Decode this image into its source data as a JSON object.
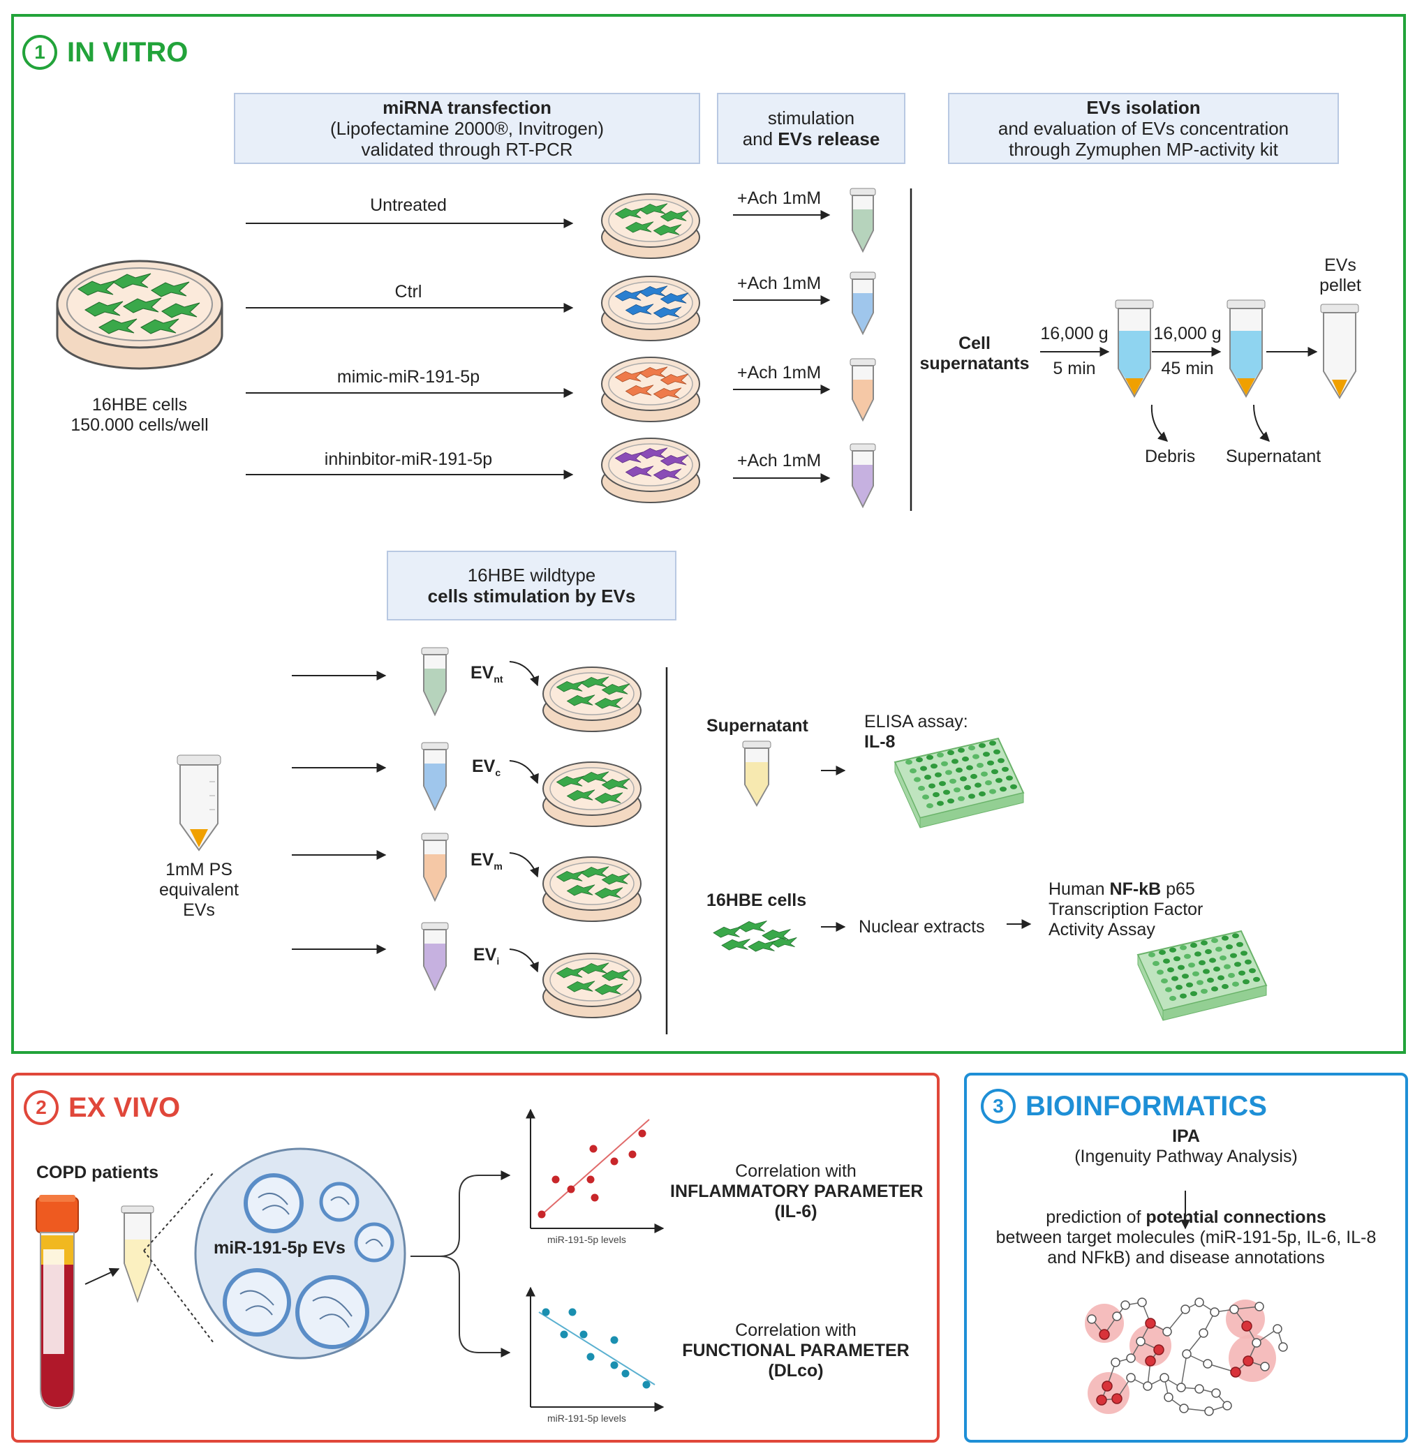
{
  "colors": {
    "green": "#22a33a",
    "red": "#e0473a",
    "blue": "#1e8fd6",
    "orange": "#f0a000",
    "header_fill": "#e8eff9",
    "cell_green": "#3aa84a",
    "cell_blue": "#2a7fd0",
    "cell_orange": "#ee7a4a",
    "cell_purple": "#8a4cb6",
    "tube_green": "#b6d3bc",
    "tube_blue": "#9fc6ec",
    "tube_orange": "#f5c8a6",
    "tube_purple": "#c6b1e0",
    "tube_yellow": "#f7e9b0",
    "tube_cyan": "#8fd4f0",
    "scatter_red": "#c8262a",
    "scatter_blue": "#1a8fb0"
  },
  "in_vitro": {
    "number": "1",
    "title": "IN VITRO",
    "header_transfection": {
      "title": "miRNA transfection",
      "line2": "(Lipofectamine 2000®, Invitrogen)",
      "line3": "validated through RT-PCR"
    },
    "header_stimulation": {
      "line1": "stimulation",
      "line2_pre": "and ",
      "line2_bold": "EVs release"
    },
    "header_isolation": {
      "title": "EVs isolation",
      "line2": "and evaluation of EVs concentration",
      "line3": "through Zymuphen MP-activity kit"
    },
    "cells_label": {
      "line1": "16HBE cells",
      "line2": "150.000 cells/well"
    },
    "conditions": [
      "Untreated",
      "Ctrl",
      "mimic-miR-191-5p",
      "inhinbitor-miR-191-5p"
    ],
    "stim_label": "+Ach 1mM",
    "cell_supernatants": {
      "line1": "Cell",
      "line2": "supernatants"
    },
    "spin1": {
      "force": "16,000 g",
      "time": "5 min"
    },
    "spin2": {
      "force": "16,000 g",
      "time": "45 min"
    },
    "debris": "Debris",
    "supernatant": "Supernatant",
    "evs_pellet": {
      "line1": "EVs",
      "line2": "pellet"
    },
    "header_wildtype": {
      "line1": "16HBE wildtype",
      "line2": "cells stimulation by EVs"
    },
    "ps_label": {
      "line1": "1mM PS",
      "line2": "equivalent",
      "line3": "EVs"
    },
    "evs": [
      {
        "base": "EV",
        "sub": "nt"
      },
      {
        "base": "EV",
        "sub": "c"
      },
      {
        "base": "EV",
        "sub": "m"
      },
      {
        "base": "EV",
        "sub": "i"
      }
    ],
    "supernatant_bold": "Supernatant",
    "elisa": {
      "line1": "ELISA assay:",
      "line2": "IL-8"
    },
    "cells_16hbe": "16HBE cells",
    "nuclear_extracts": "Nuclear extracts",
    "nfkb": {
      "pre": "Human ",
      "bold": "NF-kB",
      "post": " p65",
      "line2": "Transcription Factor",
      "line3": "Activity Assay"
    }
  },
  "ex_vivo": {
    "number": "2",
    "title": "EX VIVO",
    "copd": "COPD patients",
    "evs_label": "miR-191-5p EVs",
    "corr1": {
      "line1": "Correlation with",
      "line2": "INFLAMMATORY PARAMETER",
      "line3": "(IL-6)"
    },
    "corr2": {
      "line1": "Correlation with",
      "line2": "FUNCTIONAL PARAMETER",
      "line3": "(DLco)"
    },
    "xaxis_label": "miR-191-5p levels"
  },
  "bioinformatics": {
    "number": "3",
    "title": "BIOINFORMATICS",
    "ipa": "IPA",
    "ipa_full": "(Ingenuity Pathway Analysis)",
    "pred_pre": "prediction of ",
    "pred_bold": "potential connections",
    "pred_line2": "between target molecules (miR-191-5p, IL-6, IL-8",
    "pred_line3": "and NFkB) and disease annotations"
  }
}
